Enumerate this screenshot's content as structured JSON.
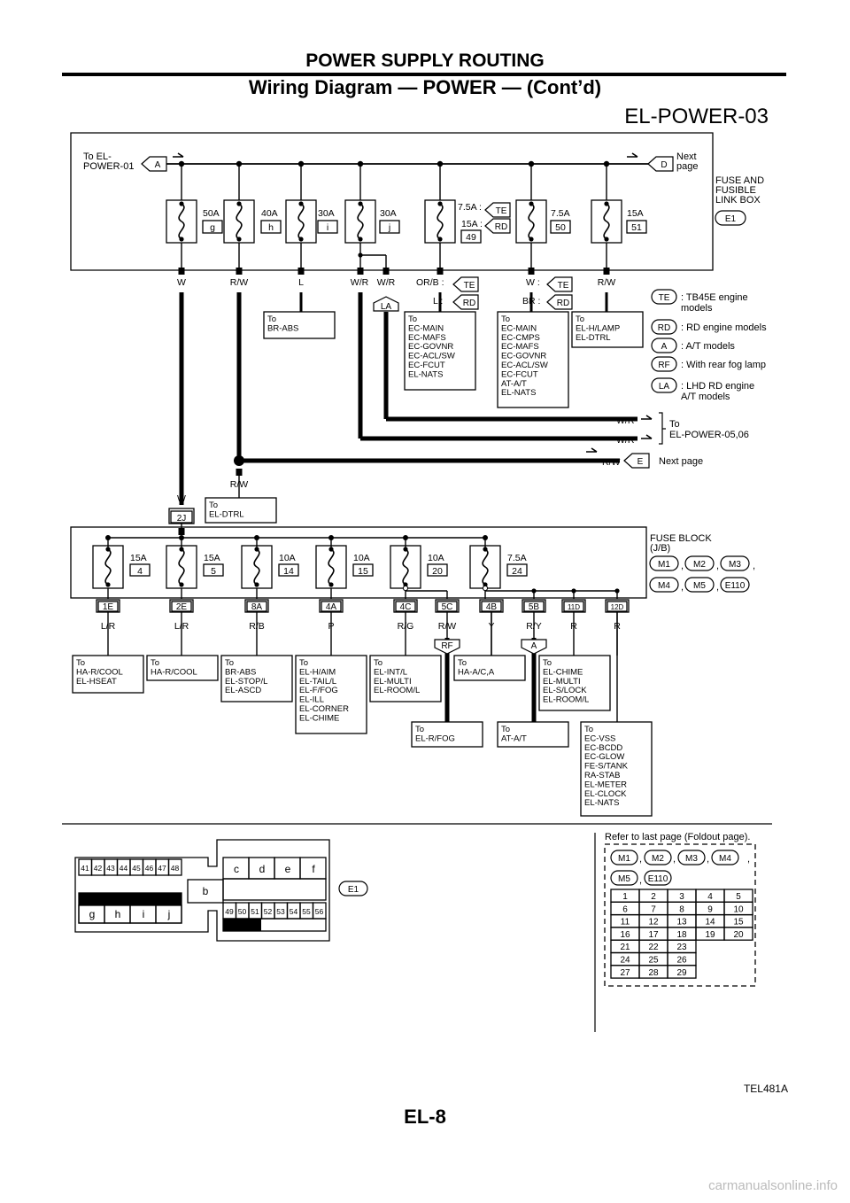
{
  "header": {
    "title": "POWER SUPPLY ROUTING",
    "subtitle": "Wiring Diagram — POWER — (Cont’d)"
  },
  "diagram_id": "EL-POWER-03",
  "ref_code": "TEL481A",
  "page_number": "EL-8",
  "footer": "carmanualsonline.info",
  "top": {
    "left_label": [
      "To EL-",
      "POWER-01"
    ],
    "left_conn": "A",
    "right_label": [
      "Next",
      "page"
    ],
    "right_conn": "D",
    "box_label": [
      "FUSE AND",
      "FUSIBLE",
      "LINK BOX"
    ],
    "box_conn": "E1"
  },
  "fusible_links": [
    {
      "amp": "50A",
      "code": "g",
      "wire": "W"
    },
    {
      "amp": "40A",
      "code": "h",
      "wire": "R/W"
    },
    {
      "amp": "30A",
      "code": "i",
      "wire": "L"
    },
    {
      "amp": "30A",
      "code": "j",
      "wire": "W/R"
    },
    {
      "amp": "7.5A :",
      "code": "49",
      "wire": "OR/B :",
      "amp2": "15A :",
      "tag1": "TE",
      "tag2": "RD",
      "wire2": "L :"
    },
    {
      "amp": "7.5A",
      "code": "50",
      "wire": "W :",
      "wire2": "BR :",
      "tag1": "TE",
      "tag2": "RD"
    },
    {
      "amp": "15A",
      "code": "51",
      "wire": "R/W"
    }
  ],
  "extra_wire": "W/R",
  "la_tag": "LA",
  "legend": [
    {
      "tag": "TE",
      "text": [
        "TB45E engine",
        "models"
      ]
    },
    {
      "tag": "RD",
      "text": [
        "RD engine models"
      ]
    },
    {
      "tag": "A",
      "text": [
        "A/T models"
      ]
    },
    {
      "tag": "RF",
      "text": [
        "With rear fog lamp"
      ]
    },
    {
      "tag": "LA",
      "text": [
        "LHD RD engine",
        "A/T models"
      ]
    }
  ],
  "dest_top": {
    "br_abs": [
      "To",
      "BR-ABS"
    ],
    "ec1": [
      "To",
      "EC-MAIN",
      "EC-MAFS",
      "EC-GOVNR",
      "EC-ACL/SW",
      "EC-FCUT",
      "EL-NATS"
    ],
    "ec2": [
      "To",
      "EC-MAIN",
      "EC-CMPS",
      "EC-MAFS",
      "EC-GOVNR",
      "EC-ACL/SW",
      "EC-FCUT",
      "AT-A/T",
      "EL-NATS"
    ],
    "el_hlamp": [
      "To",
      "EL-H/LAMP",
      "EL-DTRL"
    ],
    "el_dtrl": [
      "To",
      "EL-DTRL"
    ]
  },
  "mid": {
    "wr1": "W/R",
    "wr2": "W/R",
    "to_power": [
      "To",
      "EL-POWER-05,06"
    ],
    "rw": "R/W",
    "e_conn": "E",
    "next_page": "Next page",
    "w_label": "W",
    "rw_label": "R/W",
    "conn_2j": "2J"
  },
  "fuse_block": {
    "label": [
      "FUSE BLOCK",
      "(J/B)"
    ],
    "conns_row1": [
      "M1",
      "M2",
      "M3"
    ],
    "conns_row2": [
      "M4",
      "M5",
      "E110"
    ],
    "fuses": [
      {
        "amp": "15A",
        "no": "4"
      },
      {
        "amp": "15A",
        "no": "5"
      },
      {
        "amp": "10A",
        "no": "14"
      },
      {
        "amp": "10A",
        "no": "15"
      },
      {
        "amp": "10A",
        "no": "20"
      },
      {
        "amp": "7.5A",
        "no": "24"
      }
    ],
    "terminals": [
      "1E",
      "2E",
      "8A",
      "4A",
      "4C",
      "5C",
      "4B",
      "5B",
      "11D",
      "12D"
    ],
    "wires": [
      "L/R",
      "L/R",
      "R/B",
      "P",
      "R/G",
      "R/W",
      "Y",
      "R/Y",
      "R",
      "R"
    ],
    "rf_tag": "RF",
    "a_tag": "A"
  },
  "dest_bottom": {
    "d1": [
      "To",
      "HA-R/COOL",
      "EL-HSEAT"
    ],
    "d2": [
      "To",
      "HA-R/COOL"
    ],
    "d3": [
      "To",
      "BR-ABS",
      "EL-STOP/L",
      "EL-ASCD"
    ],
    "d4": [
      "To",
      "EL-H/AIM",
      "EL-TAIL/L",
      "EL-F/FOG",
      "EL-ILL",
      "EL-CORNER",
      "EL-CHIME"
    ],
    "d5": [
      "To",
      "EL-INT/L",
      "EL-MULTI",
      "EL-ROOM/L"
    ],
    "d6": [
      "To",
      "HA-A/C,A"
    ],
    "d7": [
      "To",
      "EL-CHIME",
      "EL-MULTI",
      "EL-S/LOCK",
      "EL-ROOM/L"
    ],
    "d8": [
      "To",
      "EL-R/FOG"
    ],
    "d9": [
      "To",
      "AT-A/T"
    ],
    "d10": [
      "To",
      "EC-VSS",
      "EC-BCDD",
      "EC-GLOW",
      "FE-S/TANK",
      "RA-STAB",
      "EL-METER",
      "EL-CLOCK",
      "EL-NATS"
    ]
  },
  "connector_face": {
    "row1": [
      "41",
      "42",
      "43",
      "44",
      "45",
      "46",
      "47",
      "48"
    ],
    "upper_right": [
      "c",
      "d",
      "e",
      "f"
    ],
    "b_label": "b",
    "row_g": [
      "g",
      "h",
      "i",
      "j"
    ],
    "row2": [
      "49",
      "50",
      "51",
      "52",
      "53",
      "54",
      "55",
      "56"
    ],
    "conn": "E1"
  },
  "foldout": {
    "title": "Refer to last page (Foldout page).",
    "conns_row1": [
      "M1",
      "M2",
      "M3",
      "M4"
    ],
    "conns_row2": [
      "M5",
      "E110"
    ],
    "grid": [
      [
        "1",
        "2",
        "3",
        "4",
        "5"
      ],
      [
        "6",
        "7",
        "8",
        "9",
        "10"
      ],
      [
        "11",
        "12",
        "13",
        "14",
        "15"
      ],
      [
        "16",
        "17",
        "18",
        "19",
        "20"
      ],
      [
        "21",
        "22",
        "23"
      ],
      [
        "24",
        "25",
        "26"
      ],
      [
        "27",
        "28",
        "29"
      ]
    ]
  }
}
